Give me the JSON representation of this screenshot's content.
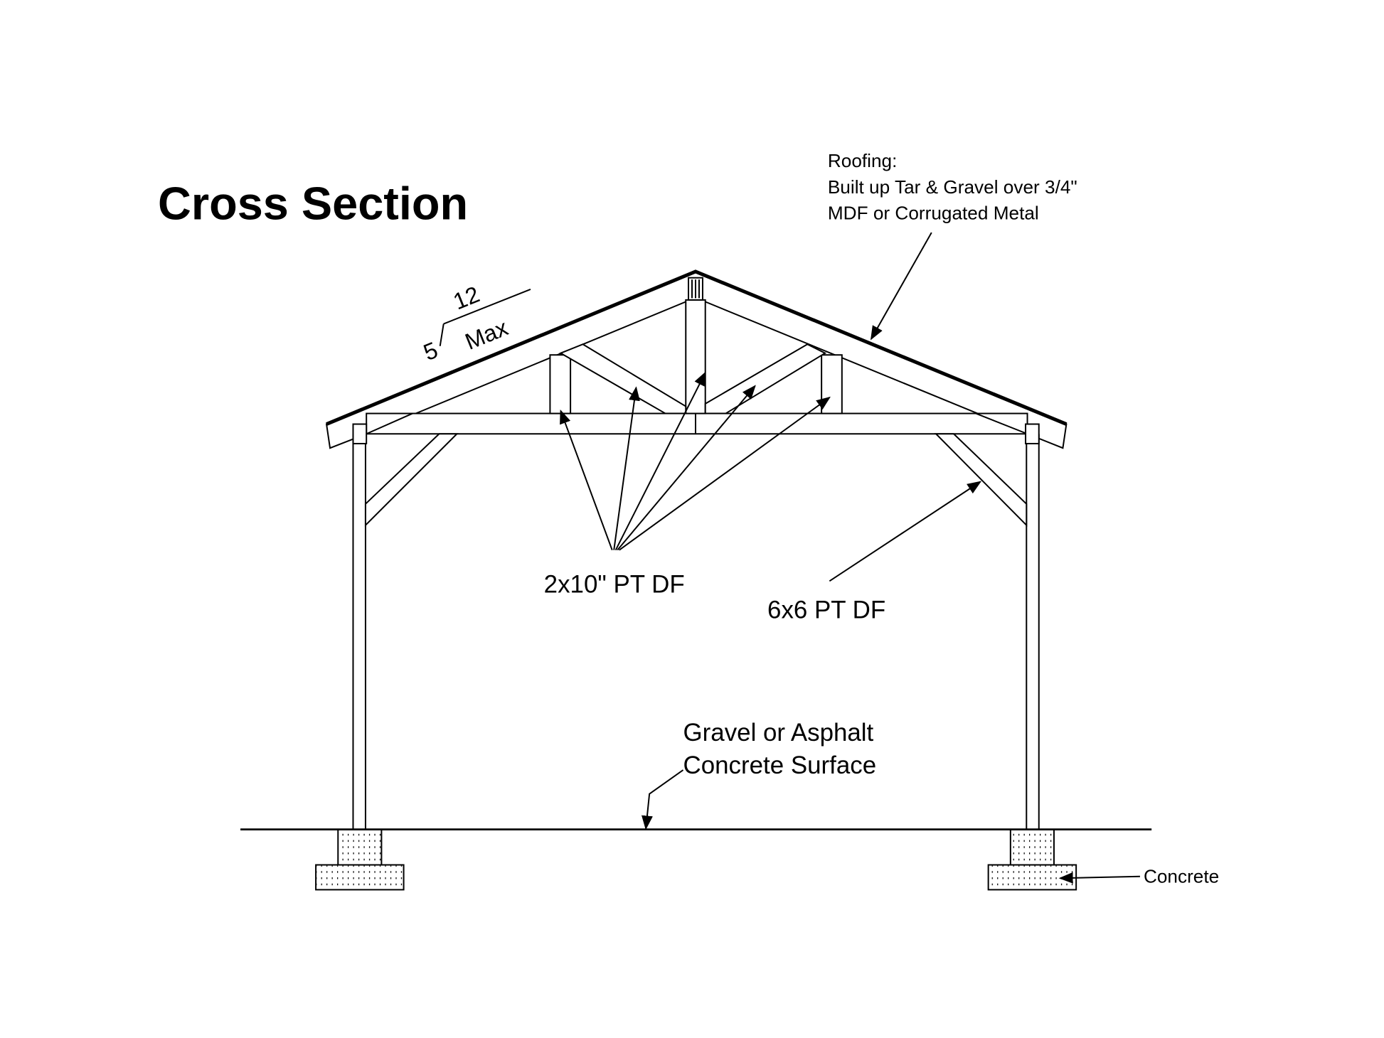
{
  "title": "Cross Section",
  "pitch": {
    "rise": "5",
    "run": "12",
    "note": "Max"
  },
  "labels": {
    "roofing_1": "Roofing:",
    "roofing_2": "Built up Tar & Gravel over 3/4\"",
    "roofing_3": "MDF or Corrugated Metal",
    "truss_lumber": "2x10\" PT DF",
    "post_lumber": "6x6 PT DF",
    "surface_1": "Gravel or Asphalt",
    "surface_2": "Concrete Surface",
    "footing": "Concrete"
  }
}
